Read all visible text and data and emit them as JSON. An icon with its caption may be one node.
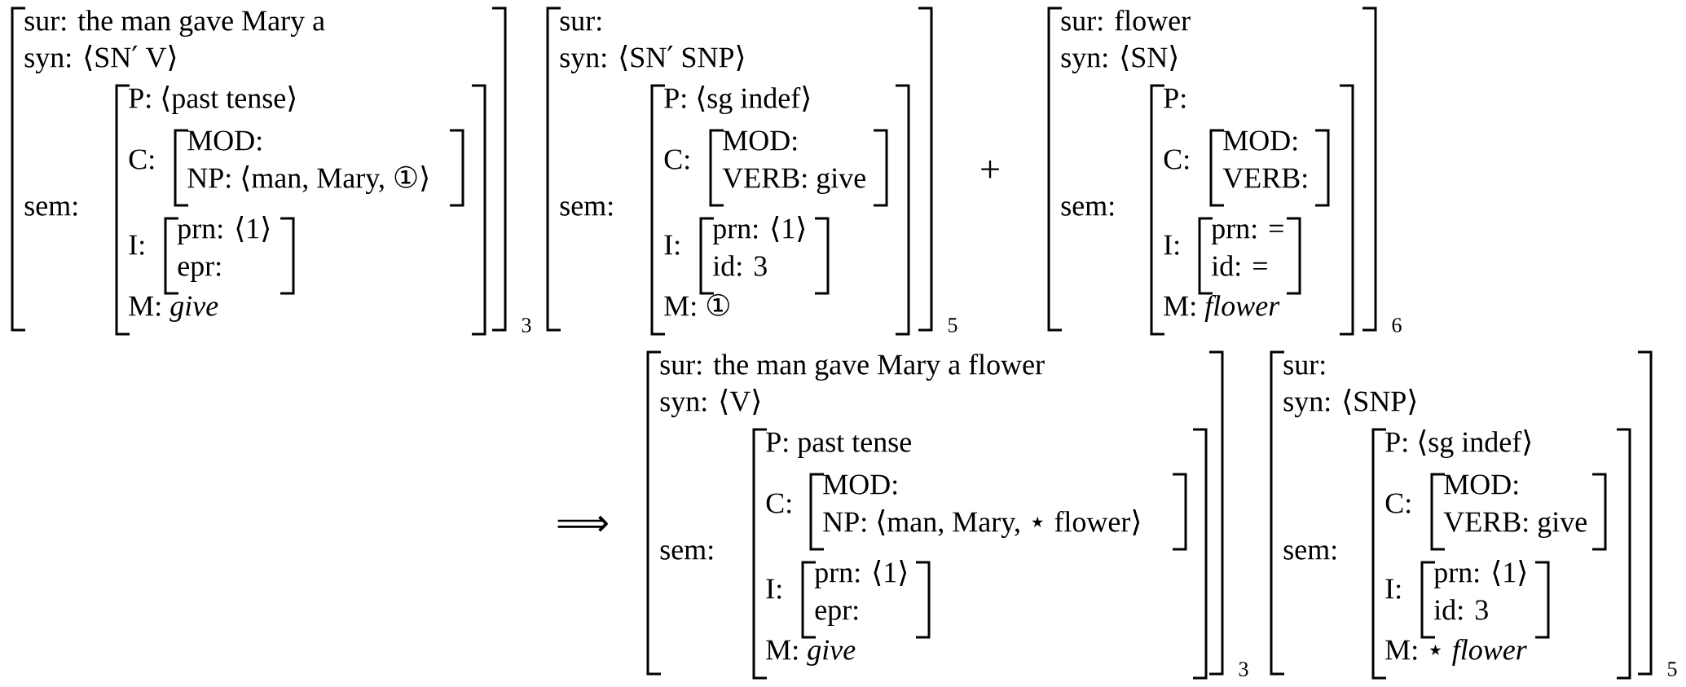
{
  "diagram": {
    "nodes": [
      {
        "text": [
          "sur: the man gave Mary a",
          "syn: ⟨SN′ V⟩",
          "sem:"
        ],
        "beside": [
          "3"
        ]
      },
      {
        "text": [
          "P: ⟨past tense⟩",
          "C:",
          "I:",
          "M: *give*"
        ],
        "in": 0
      },
      {
        "text": [
          "MOD:",
          "NP: ⟨man, Mary, ①⟩"
        ],
        "in": 1
      },
      {
        "text": [
          "prn: ⟨1⟩",
          "epr:"
        ],
        "in": 1
      },
      {
        "text": [
          "sur:",
          "syn: ⟨SN′ SNP⟩",
          "sem:"
        ],
        "beside": [
          "5"
        ]
      },
      {
        "text": [
          "P: ⟨sg indef⟩",
          "C:",
          "I:",
          "M: ①"
        ],
        "in": 4
      },
      {
        "text": [
          "MOD:",
          "VERB: give"
        ],
        "in": 5
      },
      {
        "text": [
          "prn: ⟨1⟩",
          "id: 3"
        ],
        "in": 5
      },
      {
        "text": [
          "sur: flower",
          "syn: ⟨SN⟩",
          "sem:"
        ],
        "beside": [
          "6"
        ]
      },
      {
        "text": [
          "P:",
          "C:",
          "I:",
          "M: *flower*"
        ],
        "in": 8
      },
      {
        "text": [
          "MOD:",
          "VERB:"
        ],
        "in": 9
      },
      {
        "text": [
          "prn: =",
          "id: ="
        ],
        "in": 9
      },
      {
        "text": [
          "sur: the man gave Mary a flower",
          "syn: ⟨V⟩",
          "sem:"
        ],
        "beside": [
          "3"
        ]
      },
      {
        "text": [
          "P: past tense",
          "C:",
          "I:",
          "M: *give*"
        ],
        "in": 12
      },
      {
        "text": [
          "MOD:",
          "NP: ⟨man, Mary, ⋆ flower⟩"
        ],
        "in": 13
      },
      {
        "text": [
          "prn: ⟨1⟩",
          "epr:"
        ],
        "in": 13
      },
      {
        "text": [
          "sur:",
          "syn: ⟨SNP⟩",
          "sem:"
        ],
        "beside": [
          "5"
        ]
      },
      {
        "text": [
          "P: ⟨sg indef⟩",
          "C:",
          "I:",
          "M: ⋆ *flower*"
        ],
        "in": 16
      },
      {
        "text": [
          "MOD:",
          "VERB: give"
        ],
        "in": 17
      },
      {
        "text": [
          "prn: ⟨1⟩",
          "id: 3"
        ],
        "in": 17
      }
    ],
    "labels": [
      "+",
      "⟹"
    ]
  }
}
